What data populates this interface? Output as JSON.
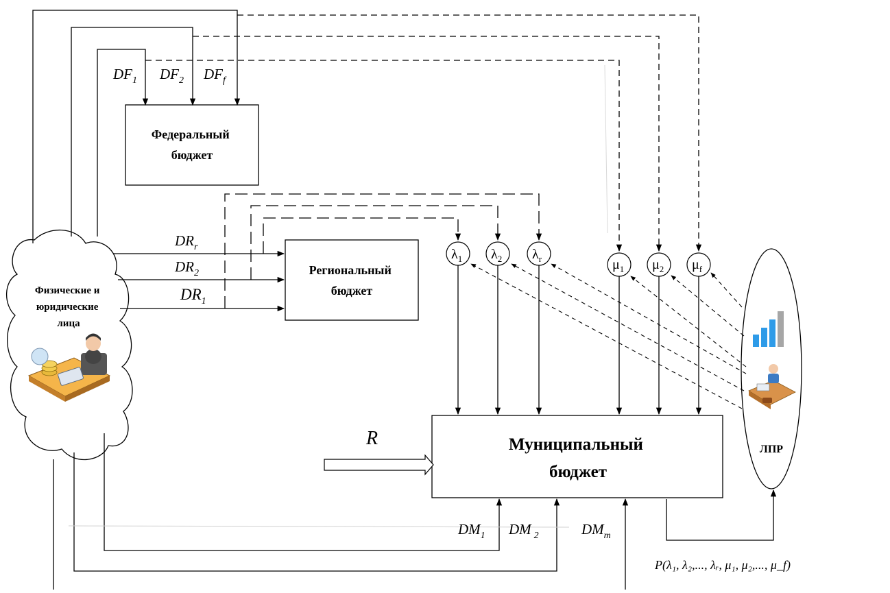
{
  "boxes": {
    "federal": [
      "Федеральный",
      "бюджет"
    ],
    "regional": [
      "Региональный",
      "бюджет"
    ],
    "municipal": [
      "Муниципальный",
      "бюджет"
    ],
    "persons": [
      "Физические и",
      "юридические",
      "лица"
    ],
    "lpr": "ЛПР"
  },
  "flows": {
    "df": [
      {
        "main": "DF",
        "sub": "1"
      },
      {
        "main": "DF",
        "sub": "2"
      },
      {
        "main": "DF",
        "sub": "f"
      }
    ],
    "dr": [
      {
        "main": "DR",
        "sub": "r"
      },
      {
        "main": "DR",
        "sub": "2"
      },
      {
        "main": "DR",
        "sub": "1"
      }
    ],
    "dm": [
      {
        "main": "DM",
        "sub": "1"
      },
      {
        "main": "DM",
        "sub": "2"
      },
      {
        "main": "DM",
        "sub": "m"
      }
    ],
    "r": "R"
  },
  "nodes": {
    "lambda": [
      {
        "main": "λ",
        "sub": "1"
      },
      {
        "main": "λ",
        "sub": "2"
      },
      {
        "main": "λ",
        "sub": "r"
      }
    ],
    "mu": [
      {
        "main": "μ",
        "sub": "1"
      },
      {
        "main": "μ",
        "sub": "2"
      },
      {
        "main": "μ",
        "sub": "f"
      }
    ]
  },
  "output": {
    "p_label": "P(λ₁, λ₂,..., λᵣ, μ₁, μ₂,..., μ_f)"
  },
  "colors": {
    "line": "#000000",
    "bar_blue": "#2e9be8",
    "bar_grey": "#a6a6a6"
  }
}
